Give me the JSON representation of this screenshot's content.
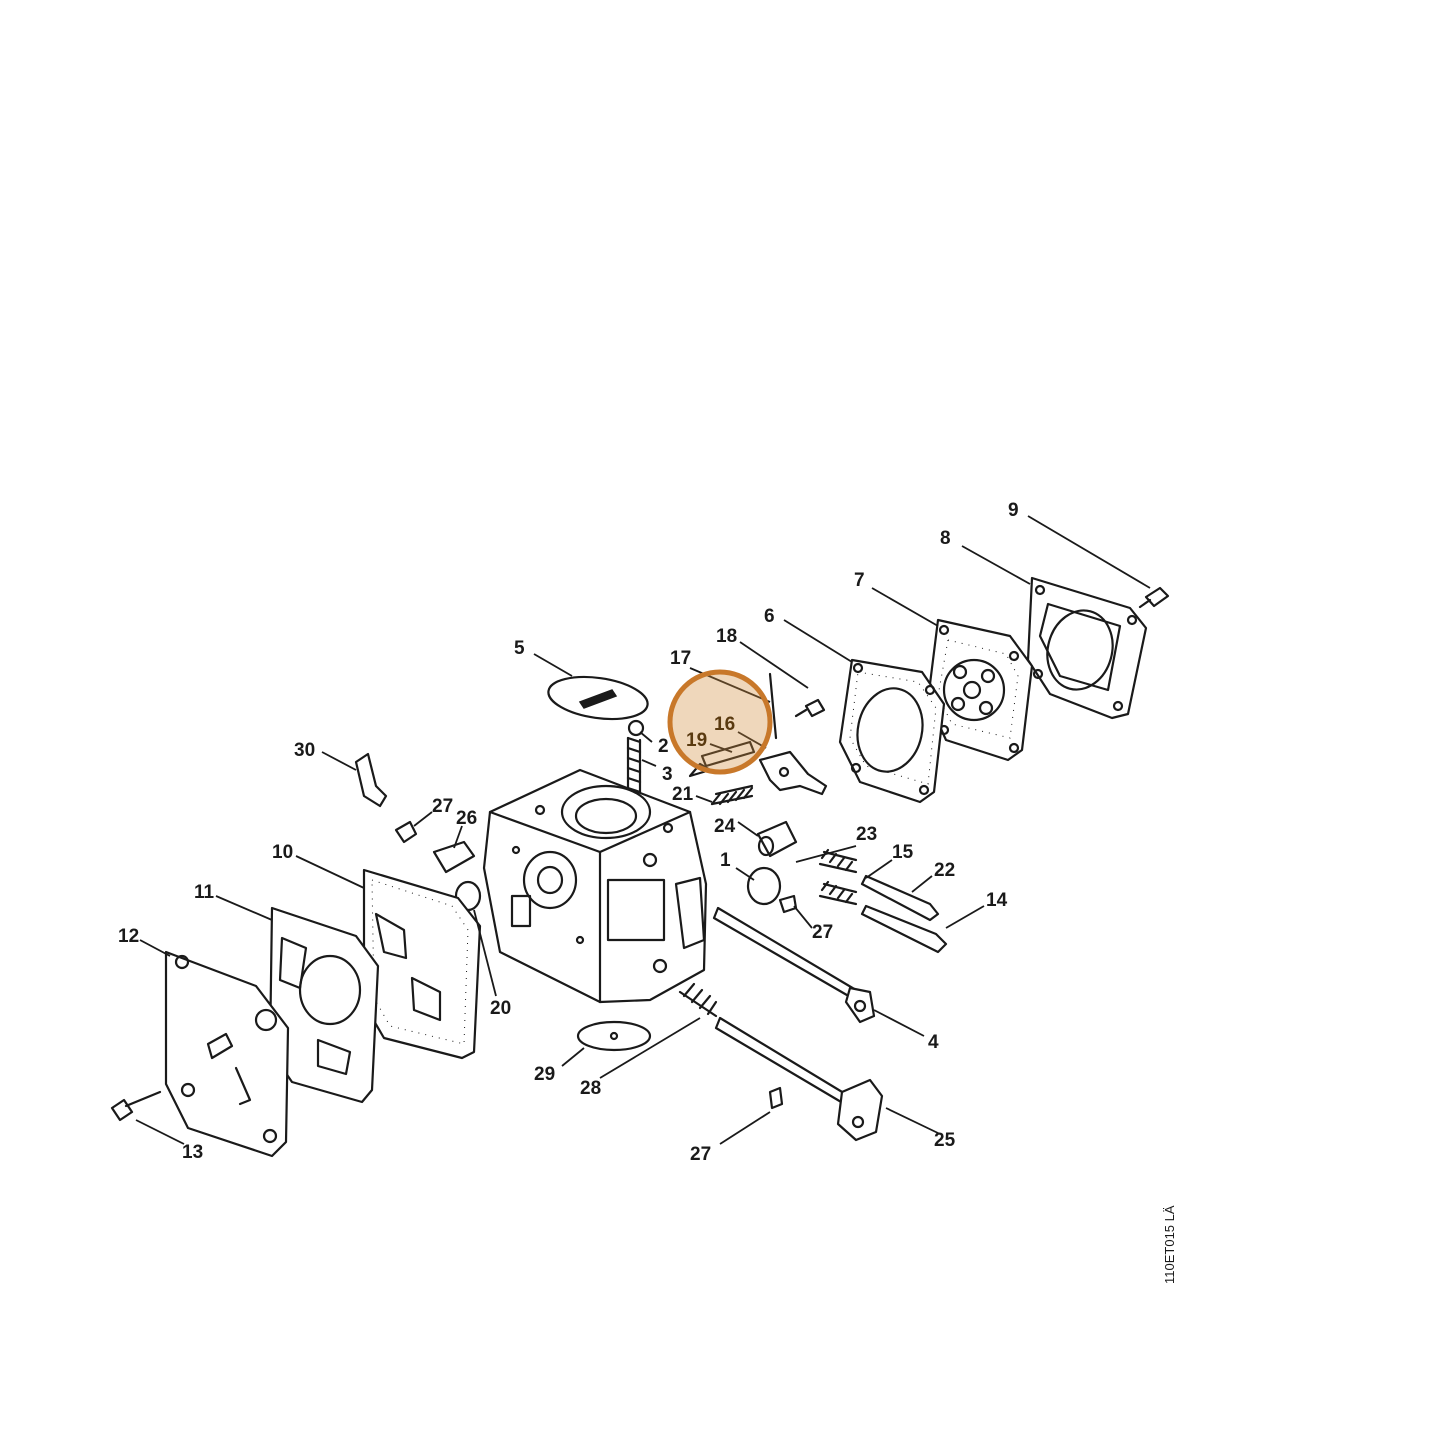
{
  "diagram": {
    "drawing_code": "110ET015 LÄ",
    "highlight": {
      "color": "#c8782a",
      "fill": "rgba(210,140,60,0.35)",
      "parts": [
        "16",
        "19"
      ]
    },
    "callouts": {
      "c1": "1",
      "c2": "2",
      "c3": "3",
      "c4": "4",
      "c5": "5",
      "c6": "6",
      "c7": "7",
      "c8": "8",
      "c9": "9",
      "c10": "10",
      "c11": "11",
      "c12": "12",
      "c13": "13",
      "c14": "14",
      "c15": "15",
      "c16": "16",
      "c17": "17",
      "c18": "18",
      "c19": "19",
      "c20": "20",
      "c21": "21",
      "c22": "22",
      "c23": "23",
      "c24": "24",
      "c25": "25",
      "c26": "26",
      "c27a": "27",
      "c27b": "27",
      "c27c": "27",
      "c28": "28",
      "c29": "29",
      "c30": "30"
    }
  }
}
